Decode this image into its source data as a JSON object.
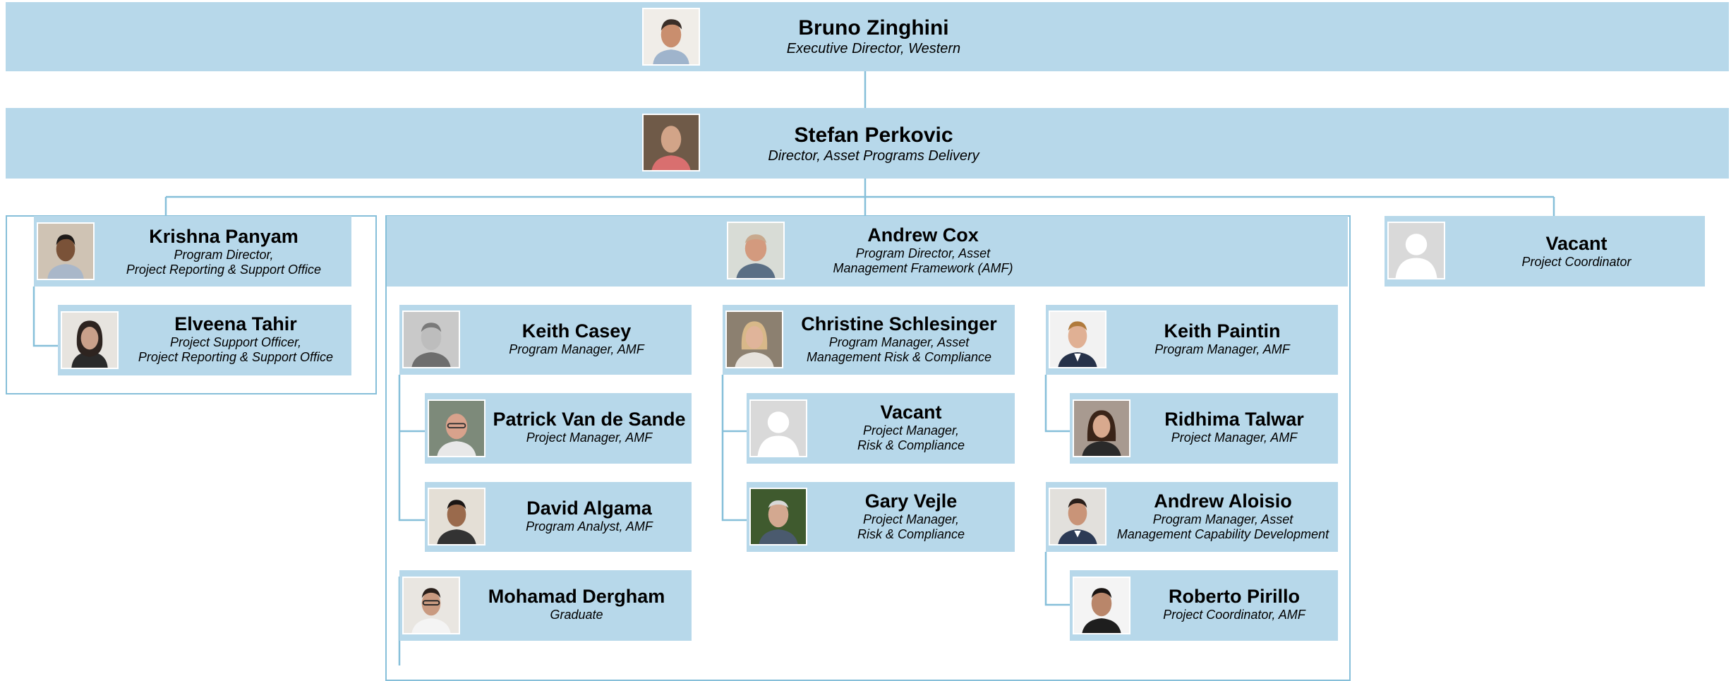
{
  "nodes": {
    "bruno": {
      "name": "Bruno Zinghini",
      "title": "Executive Director, Western",
      "photo": "person-photo"
    },
    "stefan": {
      "name": "Stefan Perkovic",
      "title": "Director, Asset Programs Delivery",
      "photo": "person-photo"
    },
    "krishna": {
      "name": "Krishna Panyam",
      "title": "Program Director,\nProject Reporting & Support Office",
      "photo": "person-photo"
    },
    "elveena": {
      "name": "Elveena Tahir",
      "title": "Project Support Officer,\nProject Reporting & Support Office",
      "photo": "person-photo"
    },
    "andrew_cox": {
      "name": "Andrew Cox",
      "title": "Program Director, Asset\nManagement Framework (AMF)",
      "photo": "person-photo"
    },
    "vacant_top": {
      "name": "Vacant",
      "title": "Project Coordinator",
      "photo": "placeholder-avatar"
    },
    "keith_casey": {
      "name": "Keith Casey",
      "title": "Program Manager, AMF",
      "photo": "person-photo"
    },
    "patrick": {
      "name": "Patrick Van de Sande",
      "title": "Project Manager, AMF",
      "photo": "person-photo"
    },
    "david": {
      "name": "David Algama",
      "title": "Program Analyst, AMF",
      "photo": "person-photo"
    },
    "mohamad": {
      "name": "Mohamad Dergham",
      "title": "Graduate",
      "photo": "person-photo"
    },
    "christine": {
      "name": "Christine Schlesinger",
      "title": "Program Manager, Asset\nManagement Risk & Compliance",
      "photo": "person-photo"
    },
    "vacant_rc": {
      "name": "Vacant",
      "title": "Project Manager,\nRisk & Compliance",
      "photo": "placeholder-avatar"
    },
    "gary": {
      "name": "Gary Vejle",
      "title": "Project Manager,\nRisk & Compliance",
      "photo": "person-photo"
    },
    "keith_paintin": {
      "name": "Keith Paintin",
      "title": "Program Manager, AMF",
      "photo": "person-photo"
    },
    "ridhima": {
      "name": "Ridhima Talwar",
      "title": "Project Manager, AMF",
      "photo": "person-photo"
    },
    "andrew_aloisio": {
      "name": "Andrew Aloisio",
      "title": "Program Manager, Asset\nManagement Capability Development",
      "photo": "person-photo"
    },
    "roberto": {
      "name": "Roberto Pirillo",
      "title": "Project Coordinator, AMF",
      "photo": "person-photo"
    }
  },
  "colors": {
    "box": "#b7d8ea",
    "line": "#86bfd9"
  }
}
